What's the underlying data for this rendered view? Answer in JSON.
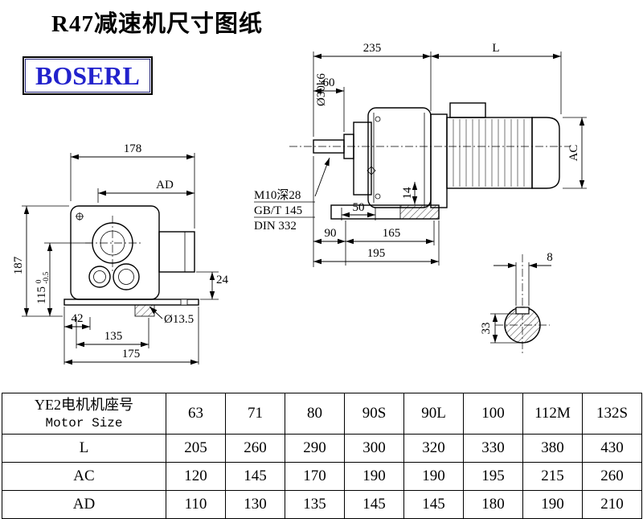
{
  "page": {
    "title": "R47减速机尺寸图纸",
    "brand": "BOSERL"
  },
  "front_view": {
    "d178": "178",
    "dAD": "AD",
    "d187": "187",
    "d115": "115",
    "tol_upper": "0",
    "tol_lower": "-0.5",
    "d24": "24",
    "d42": "42",
    "d135": "135",
    "d175": "175",
    "dhole": "Ø13.5"
  },
  "side_view": {
    "d235": "235",
    "dL": "L",
    "d60": "60",
    "shaft": "Ø30k6",
    "tap": "M10深28",
    "std1": "GB/T 145",
    "std2": "DIN 332",
    "d14": "14",
    "d50": "50",
    "d90": "90",
    "d165": "165",
    "d195": "195",
    "dAC": "AC"
  },
  "section": {
    "d8": "8",
    "d33": "33"
  },
  "table": {
    "header_cn": "YE2电机机座号",
    "header_en": "Motor Size",
    "sizes": [
      "63",
      "71",
      "80",
      "90S",
      "90L",
      "100",
      "112M",
      "132S"
    ],
    "rows": [
      {
        "label": "L",
        "values": [
          "205",
          "260",
          "290",
          "300",
          "320",
          "330",
          "380",
          "430"
        ]
      },
      {
        "label": "AC",
        "values": [
          "120",
          "145",
          "170",
          "190",
          "190",
          "195",
          "215",
          "260"
        ]
      },
      {
        "label": "AD",
        "values": [
          "110",
          "130",
          "135",
          "145",
          "145",
          "180",
          "190",
          "210"
        ]
      }
    ]
  }
}
